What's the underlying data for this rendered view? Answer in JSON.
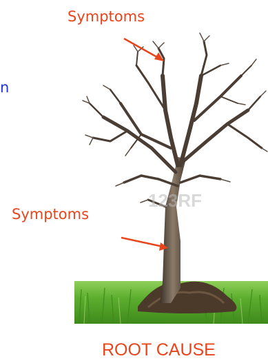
{
  "labels": {
    "symptoms_top": "Symptoms",
    "symptoms_trunk": "Symptoms",
    "root_cause": "ROOT CAUSE",
    "cut_off_text": "n"
  },
  "watermark": "123RF",
  "colors": {
    "label": "#e8451c",
    "arrow": "#e8451c",
    "cut_off_text": "#1f35d6",
    "grass": "#5cae2e",
    "tree": "#5a4a3a"
  }
}
